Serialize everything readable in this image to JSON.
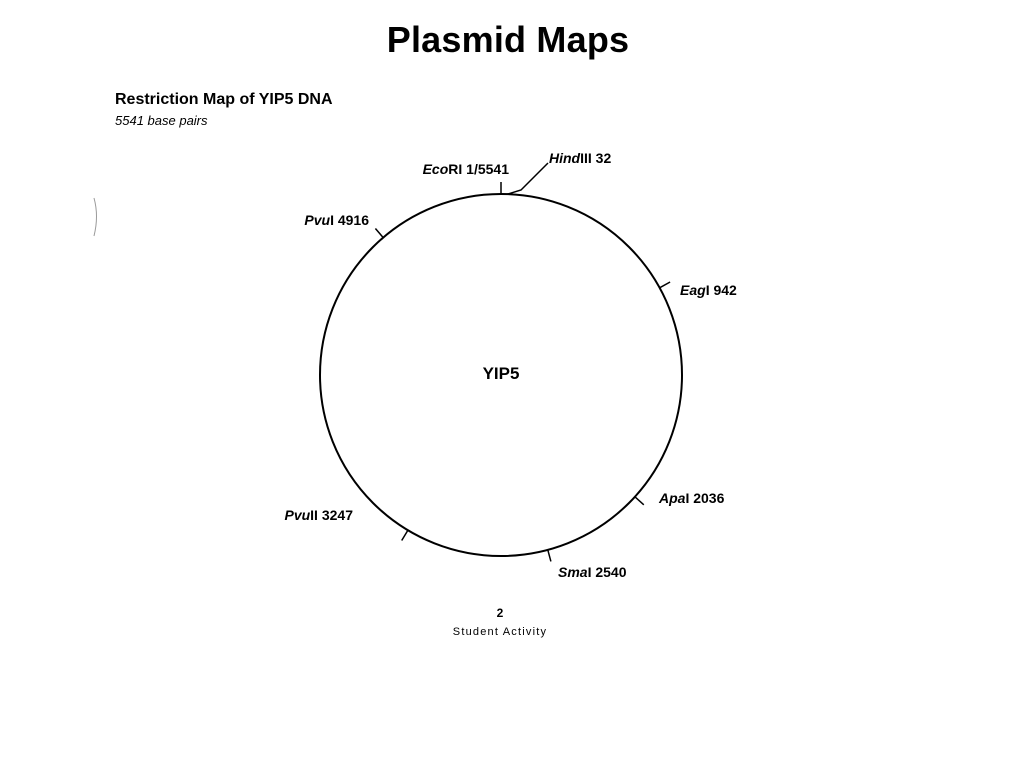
{
  "page": {
    "title": "Plasmid Maps"
  },
  "figure": {
    "title": "Restriction Map of YIP5 DNA",
    "subtitle": "5541 base pairs",
    "page_number": "2",
    "footer": "Student Activity"
  },
  "plasmid": {
    "name": "YIP5",
    "total_bp": 5541,
    "line_color": "#000000",
    "sites": [
      {
        "enzyme_italic": "Eco",
        "enzyme_rest": "RI",
        "position_label": "1/5541",
        "position": 5541
      },
      {
        "enzyme_italic": "Hind",
        "enzyme_rest": "III",
        "position_label": "32",
        "position": 32
      },
      {
        "enzyme_italic": "Eag",
        "enzyme_rest": "I",
        "position_label": "942",
        "position": 942
      },
      {
        "enzyme_italic": "Apa",
        "enzyme_rest": "I",
        "position_label": "2036",
        "position": 2036
      },
      {
        "enzyme_italic": "Sma",
        "enzyme_rest": "I",
        "position_label": "2540",
        "position": 2540
      },
      {
        "enzyme_italic": "Pvu",
        "enzyme_rest": "II",
        "position_label": "3247",
        "position": 3247
      },
      {
        "enzyme_italic": "Pvu",
        "enzyme_rest": "I",
        "position_label": "4916",
        "position": 4916
      }
    ]
  }
}
